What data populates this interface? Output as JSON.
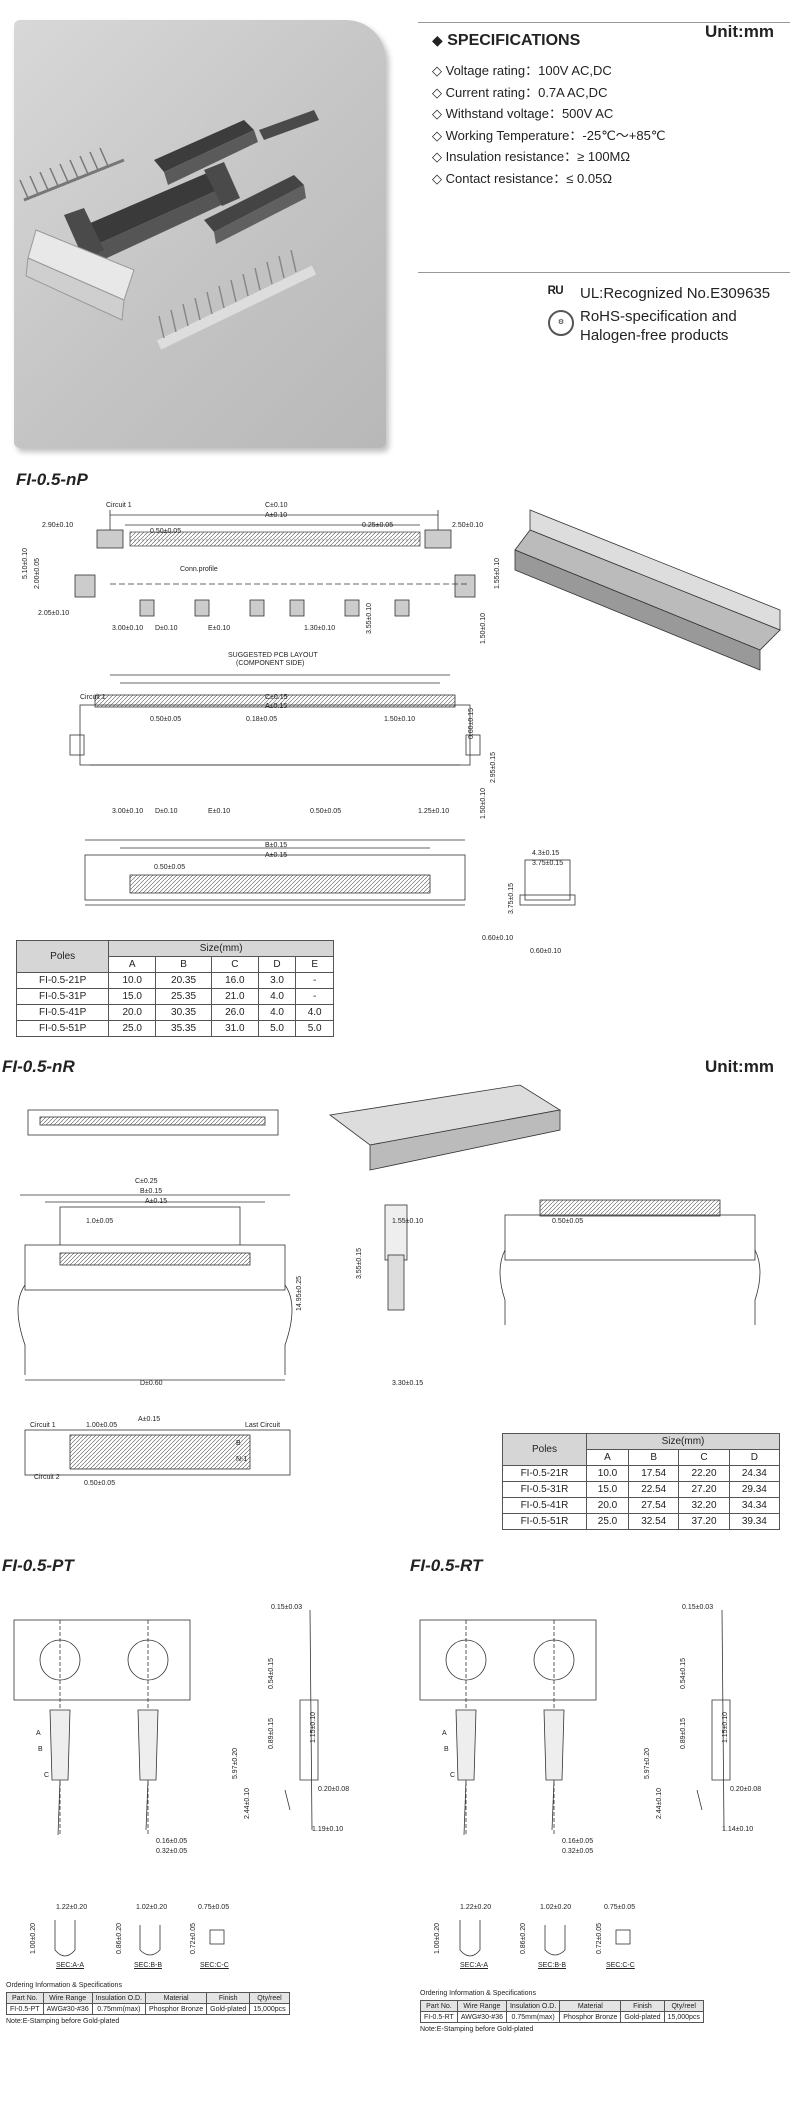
{
  "specs": {
    "title": "SPECIFICATIONS",
    "unit": "Unit:mm",
    "items": [
      "Voltage rating：100V AC,DC",
      "Current rating：0.7A AC,DC",
      "Withstand voltage：500V AC",
      "Working Temperature：-25℃～+85℃",
      "Insulation resistance：≥ 100MΩ",
      "Contact resistance：≤ 0.05Ω"
    ],
    "ul": "UL:Recognized No.E309635",
    "rohs_line1": "RoHS-specification and",
    "rohs_line2": "Halogen-free products"
  },
  "np": {
    "title": "FI-0.5-nP",
    "labels": {
      "circuit1": "Circuit 1",
      "conn_profile": "Conn.profile",
      "pcb1": "SUGGESTED PCB LAYOUT",
      "pcb2": "(COMPONENT SIDE)",
      "c010": "C±0.10",
      "a010": "A±0.10",
      "d290": "2.90±0.10",
      "d050": "0.50±0.05",
      "d025": "0.25±0.05",
      "d250": "2.50±0.10",
      "d510": "5.10±0.10",
      "d200": "2.00±0.05",
      "d205": "2.05±0.10",
      "d300": "3.00±0.10",
      "dd": "D±0.10",
      "ee": "E±0.10",
      "d130": "1.30±0.10",
      "d355": "3.55±0.10",
      "d155": "1.55±0.10",
      "d150": "1.50±0.10",
      "c015": "C±0.15",
      "a015": "A±0.15",
      "d018": "0.18±0.05",
      "d0150": "1.50±0.10",
      "d060": "0.60±0.15",
      "d295": "2.95±0.15",
      "d125": "1.25±0.10",
      "b015": "B±0.15",
      "a0152": "A±0.15",
      "d430": "4.3±0.15",
      "d375": "3.75±0.15",
      "d375b": "3.75±0.15",
      "d0600": "0.60±0.10",
      "d0601": "0.60±0.10"
    },
    "table": {
      "poles": "Poles",
      "size": "Size(mm)",
      "cols": [
        "A",
        "B",
        "C",
        "D",
        "E"
      ],
      "rows": [
        [
          "FI-0.5-21P",
          "10.0",
          "20.35",
          "16.0",
          "3.0",
          "-"
        ],
        [
          "FI-0.5-31P",
          "15.0",
          "25.35",
          "21.0",
          "4.0",
          "-"
        ],
        [
          "FI-0.5-41P",
          "20.0",
          "30.35",
          "26.0",
          "4.0",
          "4.0"
        ],
        [
          "FI-0.5-51P",
          "25.0",
          "35.35",
          "31.0",
          "5.0",
          "5.0"
        ]
      ]
    }
  },
  "nr": {
    "title": "FI-0.5-nR",
    "unit": "Unit:mm",
    "labels": {
      "c025": "C±0.25",
      "b015": "B±0.15",
      "a015": "A±0.15",
      "d100": "1.0±0.05",
      "d1495": "14.95±0.25",
      "d060": "D±0.60",
      "d155": "1.55±0.10",
      "d355": "3.55±0.15",
      "d330": "3.30±0.15",
      "d050": "0.50±0.05",
      "a0152": "A±0.15",
      "circuit1": "Circuit 1",
      "d1000": "1.00±0.05",
      "last": "Last Circuit",
      "circuit2": "Circuit 2",
      "d0500": "0.50±0.05",
      "b": "B",
      "n1": "N-1"
    },
    "table": {
      "poles": "Poles",
      "size": "Size(mm)",
      "cols": [
        "A",
        "B",
        "C",
        "D"
      ],
      "rows": [
        [
          "FI-0.5-21R",
          "10.0",
          "17.54",
          "22.20",
          "24.34"
        ],
        [
          "FI-0.5-31R",
          "15.0",
          "22.54",
          "27.20",
          "29.34"
        ],
        [
          "FI-0.5-41R",
          "20.0",
          "27.54",
          "32.20",
          "34.34"
        ],
        [
          "FI-0.5-51R",
          "25.0",
          "32.54",
          "37.20",
          "39.34"
        ]
      ]
    }
  },
  "pt": {
    "title": "FI-0.5-PT",
    "labels": {
      "d015": "0.15±0.03",
      "d054": "0.54±0.15",
      "d089": "0.89±0.15",
      "d115": "1.15±0.10",
      "d597": "5.97±0.20",
      "d244": "2.44±0.10",
      "d020": "0.20±0.08",
      "d119": "1.19±0.10",
      "d016": "0.16±0.05",
      "d032": "0.32±0.05",
      "d122": "1.22±0.20",
      "d102": "1.02±0.20",
      "d075": "0.75±0.05",
      "d100": "1.00±0.20",
      "d086": "0.86±0.20",
      "d072": "0.72±0.05",
      "seca": "SEC:A-A",
      "secb": "SEC:B-B",
      "secc": "SEC:C-C",
      "a": "A",
      "b": "B",
      "c": "C"
    },
    "ordering": {
      "title": "Ordering Information & Specifications",
      "header": [
        "Part No.",
        "Wire Range",
        "Insulation O.D.",
        "Material",
        "Finish",
        "Qty/reel"
      ],
      "row": [
        "FI-0.5-PT",
        "AWG#30-#36",
        "0.75mm(max)",
        "Phosphor Bronze",
        "Gold-plated",
        "15,000pcs"
      ],
      "note": "Note:E-Stamping before Gold-plated"
    }
  },
  "rt": {
    "title": "FI-0.5-RT",
    "labels": {
      "d015": "0.15±0.03",
      "d054": "0.54±0.15",
      "d089": "0.89±0.15",
      "d115": "1.15±0.10",
      "d597": "5.97±0.20",
      "d244": "2.44±0.10",
      "d020": "0.20±0.08",
      "d114": "1.14±0.10",
      "d016": "0.16±0.05",
      "d032": "0.32±0.05",
      "d122": "1.22±0.20",
      "d102": "1.02±0.20",
      "d075": "0.75±0.05",
      "d100": "1.00±0.20",
      "d086": "0.86±0.20",
      "d072": "0.72±0.05",
      "seca": "SEC:A-A",
      "secb": "SEC:B-B",
      "secc": "SEC:C-C",
      "a": "A",
      "b": "B",
      "c": "C"
    },
    "ordering": {
      "title": "Ordering Information & Specifications",
      "header": [
        "Part No.",
        "Wire Range",
        "Insulation O.D.",
        "Material",
        "Finish",
        "Qty/reel"
      ],
      "row": [
        "FI-0.5-RT",
        "AWG#30-#36",
        "0.75mm(max)",
        "Phosphor Bronze",
        "Gold-plated",
        "15,000pcs"
      ],
      "note": "Note:E-Stamping before Gold-plated"
    }
  }
}
